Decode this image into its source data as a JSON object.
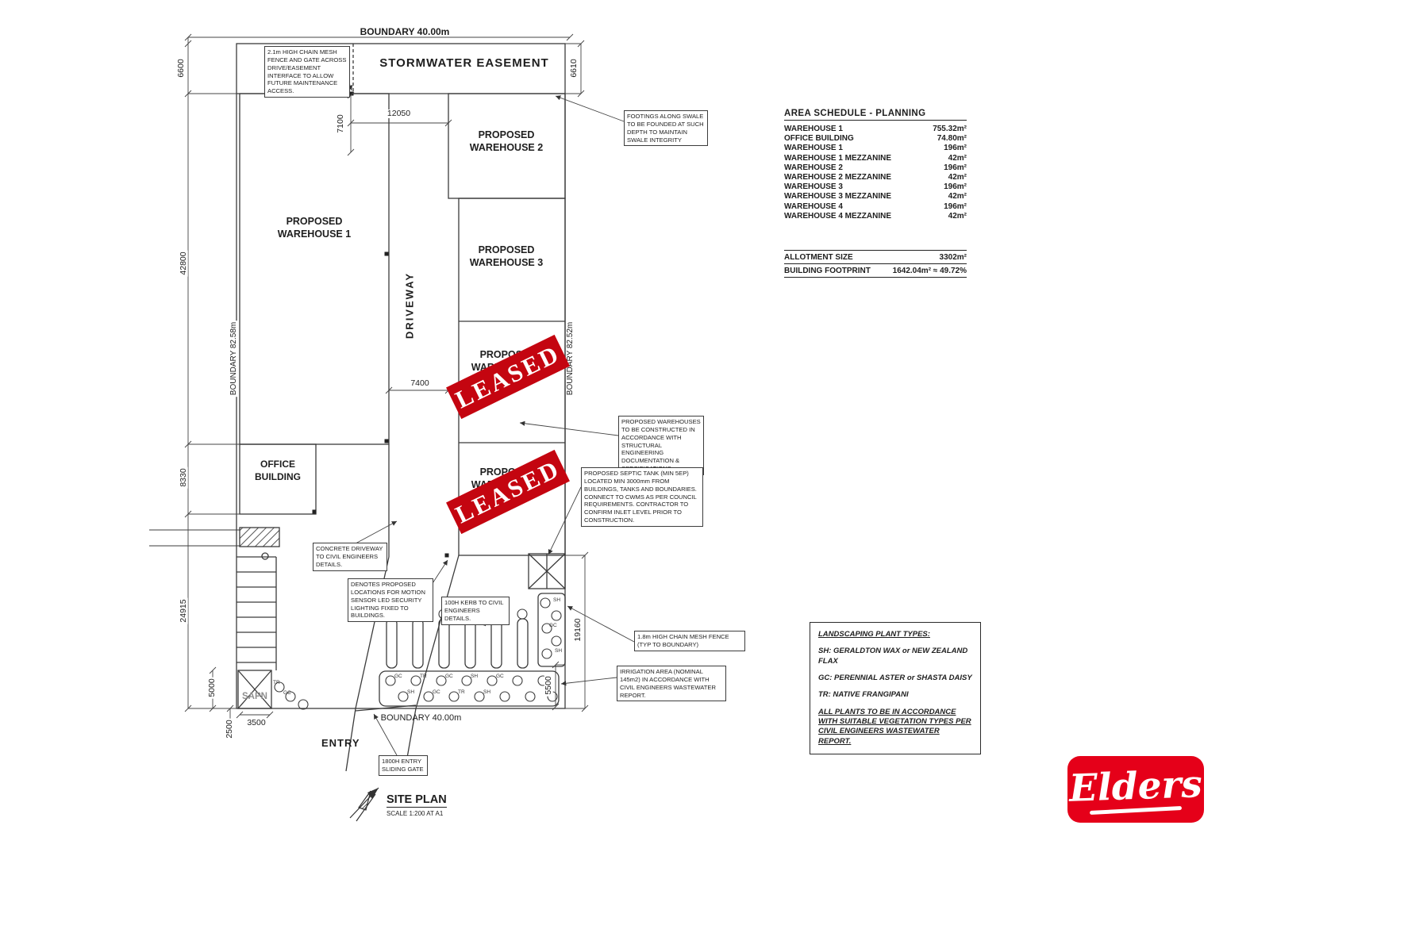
{
  "plan": {
    "title": "SITE PLAN",
    "scale": "SCALE 1:200 AT A1",
    "labels": {
      "stormwater_easement": "STORMWATER EASEMENT",
      "driveway": "DRIVEWAY",
      "entry": "ENTRY",
      "sapn": "SAPN",
      "warehouse1": "PROPOSED WAREHOUSE 1",
      "warehouse2": "PROPOSED WAREHOUSE 2",
      "warehouse3": "PROPOSED WAREHOUSE 3",
      "warehouse4": "PROPOSED WAREHOUSE 4",
      "warehouse5": "PROPOSED WAREHOUSE 5",
      "office_building": "OFFICE BUILDING"
    },
    "boundaries": {
      "top": "BOUNDARY 40.00m",
      "bottom": "BOUNDARY 40.00m",
      "left": "BOUNDARY 82.58m",
      "right": "BOUNDARY 82.52m"
    },
    "dimensions": {
      "d6600": "6600",
      "d42800": "42800",
      "d8330": "8330",
      "d24915": "24915",
      "d5000": "5000",
      "d2500": "2500",
      "d7100": "7100",
      "d12050": "12050",
      "d7400": "7400",
      "d3500": "3500",
      "d5500": "5500",
      "d19160": "19160",
      "d6610": "6610"
    },
    "stamp": "LEASED",
    "plant_codes": {
      "sh": "SH",
      "gc": "GC",
      "tr": "TR"
    },
    "callouts": {
      "chain_mesh_fence": "2.1m HIGH CHAIN MESH FENCE AND GATE ACROSS DRIVE/EASEMENT INTERFACE TO ALLOW FUTURE MAINTENANCE ACCESS.",
      "footings": "FOOTINGS ALONG SWALE TO BE FOUNDED AT SUCH DEPTH TO MAINTAIN SWALE INTEGRITY",
      "structural": "PROPOSED WAREHOUSES TO BE CONSTRUCTED IN ACCORDANCE WITH STRUCTURAL ENGINEERING DOCUMENTATION & SPECIFICATIONS",
      "septic": "PROPOSED SEPTIC TANK (MIN 5EP) LOCATED MIN 3000mm FROM BUILDINGS, TANKS AND BOUNDARIES. CONNECT TO CWMS AS PER COUNCIL REQUIREMENTS. CONTRACTOR TO CONFIRM INLET LEVEL PRIOR TO CONSTRUCTION.",
      "concrete_driveway": "CONCRETE DRIVEWAY TO CIVIL ENGINEERS DETAILS.",
      "security_lighting": "DENOTES PROPOSED LOCATIONS FOR MOTION SENSOR LED SECURITY LIGHTING FIXED TO BUILDINGS.",
      "kerb": "100H KERB TO CIVIL ENGINEERS DETAILS.",
      "boundary_fence": "1.8m HIGH CHAIN MESH FENCE (TYP TO BOUNDARY)",
      "irrigation": "IRRIGATION AREA (NOMINAL 145m2) IN ACCORDANCE WITH CIVIL ENGINEERS WASTEWATER REPORT.",
      "entry_gate": "1800H ENTRY SLIDING GATE"
    }
  },
  "area_schedule": {
    "title": "AREA SCHEDULE - PLANNING",
    "rows": [
      {
        "name": "WAREHOUSE 1",
        "area": "755.32m²"
      },
      {
        "name": "OFFICE BUILDING",
        "area": "74.80m²"
      },
      {
        "name": "WAREHOUSE 1",
        "area": "196m²"
      },
      {
        "name": "WAREHOUSE 1 MEZZANINE",
        "area": "42m²"
      },
      {
        "name": "WAREHOUSE 2",
        "area": "196m²"
      },
      {
        "name": "WAREHOUSE 2 MEZZANINE",
        "area": "42m²"
      },
      {
        "name": "WAREHOUSE 3",
        "area": "196m²"
      },
      {
        "name": "WAREHOUSE 3 MEZZANINE",
        "area": "42m²"
      },
      {
        "name": "WAREHOUSE 4",
        "area": "196m²"
      },
      {
        "name": "WAREHOUSE 4 MEZZANINE",
        "area": "42m²"
      }
    ],
    "allotment_label": "ALLOTMENT SIZE",
    "allotment_value": "3302m²",
    "footprint_label": "BUILDING FOOTPRINT",
    "footprint_value": "1642.04m²  ≈ 49.72%"
  },
  "landscaping": {
    "title": "LANDSCAPING PLANT TYPES:",
    "items": [
      "SH: GERALDTON WAX or NEW ZEALAND FLAX",
      "GC: PERENNIAL ASTER or SHASTA DAISY",
      "TR: NATIVE FRANGIPANI"
    ],
    "note": "ALL PLANTS TO BE IN ACCORDANCE WITH SUITABLE VEGETATION TYPES PER CIVIL ENGINEERS WASTEWATER REPORT."
  },
  "logo": {
    "text": "Elders"
  },
  "colors": {
    "stamp_red": "#c40510",
    "logo_red": "#e50019",
    "line": "#3b3b3b"
  }
}
